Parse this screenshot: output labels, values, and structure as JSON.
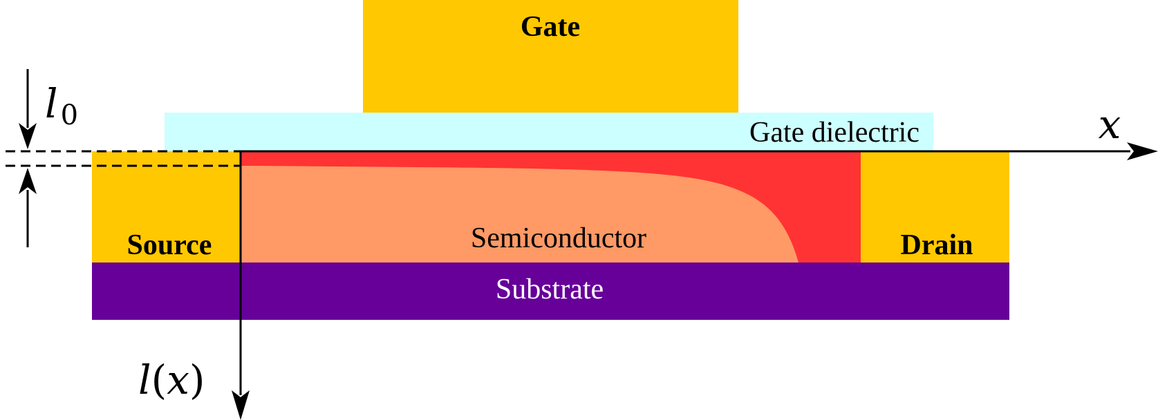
{
  "layers": {
    "gate": {
      "label": "Gate",
      "color": "#FFC800"
    },
    "gate_dielectric": {
      "label": "Gate dielectric",
      "color": "#CCFFFF"
    },
    "source": {
      "label": "Source",
      "color": "#FFC800"
    },
    "drain": {
      "label": "Drain",
      "color": "#FFC800"
    },
    "semiconductor": {
      "label": "Semiconductor",
      "color": "#FF9966"
    },
    "accumulation_layer": {
      "color": "#FF3333"
    },
    "substrate": {
      "label": "Substrate",
      "color": "#660099"
    }
  },
  "axes": {
    "x_label": "x",
    "depth_label": "l",
    "depth_arg": "x",
    "depth_open": "(",
    "depth_close": ")"
  },
  "dimension": {
    "label": "l",
    "subscript": "0"
  },
  "colors": {
    "line": "#000000",
    "text_dark": "#000000",
    "text_light": "#ffffff"
  }
}
